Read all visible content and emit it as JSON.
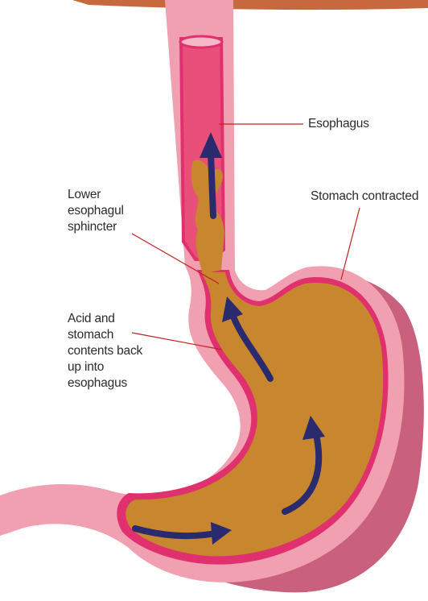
{
  "colors": {
    "top_band": "#c8683f",
    "outer_wall": "#f0a0b0",
    "inner_tube": "#e8507a",
    "lining": "#e0306e",
    "contents": "#c8862e",
    "stomach_back": "#c8607e",
    "arrows": "#2a2a6e",
    "leader_lines": "#c02020"
  },
  "labels": {
    "esophagus": "Esophagus",
    "stomach_contracted": "Stomach contracted",
    "lower_sphincter": "Lower\nesophagul\nsphincter",
    "acid_backup": "Acid and\nstomach\ncontents back\nup into\nesophagus"
  }
}
